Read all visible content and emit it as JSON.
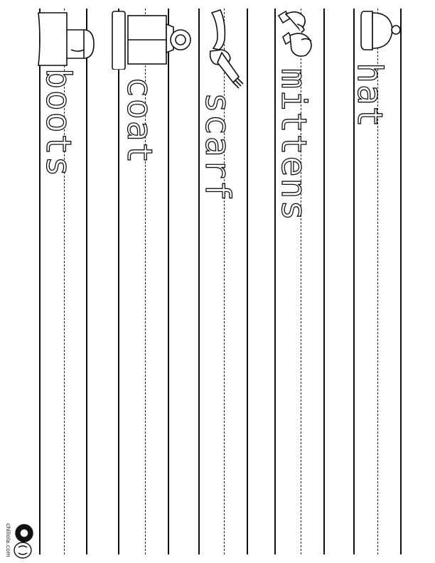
{
  "words": [
    {
      "id": "hat",
      "text": "hat",
      "icon": "hat-icon"
    },
    {
      "id": "mittens",
      "text": "mittens",
      "icon": "mittens-icon"
    },
    {
      "id": "scarf",
      "text": "scarf",
      "icon": "scarf-icon"
    },
    {
      "id": "coat",
      "text": "coat",
      "icon": "coat-icon"
    },
    {
      "id": "boots",
      "text": "boots",
      "icon": "boots-icon"
    }
  ],
  "brand": {
    "text": "chillola.com",
    "logo": "mascot-logo"
  },
  "colors": {
    "line": "#111111",
    "background": "#ffffff"
  }
}
